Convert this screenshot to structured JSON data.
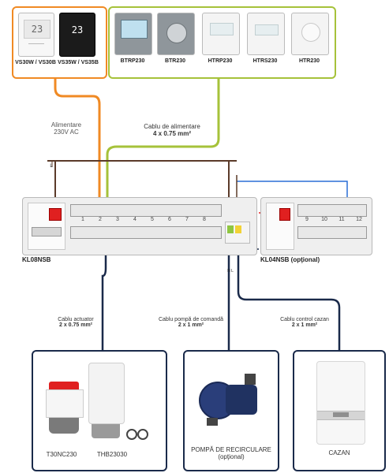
{
  "thermostats_wired": [
    {
      "label": "VS30W / VS30B"
    },
    {
      "label": "VS35W / VS35B"
    }
  ],
  "thermostats_230": [
    {
      "label": "BTRP230"
    },
    {
      "label": "BTR230"
    },
    {
      "label": "HTRP230"
    },
    {
      "label": "HTRS230"
    },
    {
      "label": "HTR230"
    }
  ],
  "display": {
    "vs30": "23",
    "vs35": "23"
  },
  "power": {
    "line1": "Alimentare",
    "line2": "230V AC"
  },
  "cable_supply": {
    "line1": "Cablu de alimentare",
    "line2": "4 x 0.75 mm²"
  },
  "wire_labels": {
    "L": "L",
    "N": "N",
    "NL": "N L"
  },
  "module_main": {
    "label": "KL08NSB",
    "zones": [
      "1",
      "2",
      "3",
      "4",
      "5",
      "6",
      "7",
      "8"
    ]
  },
  "module_ext": {
    "label": "KL04NSB (opţional)",
    "zones": [
      "9",
      "10",
      "11",
      "12"
    ]
  },
  "cable_actuator": {
    "line1": "Cablu actuator",
    "line2": "2 x 0.75 mm²"
  },
  "cable_pump": {
    "line1": "Cablu pompă de comandă",
    "line2": "2 x 1 mm²"
  },
  "cable_boiler": {
    "line1": "Cablu control cazan",
    "line2": "2 x 1 mm²"
  },
  "actuators": [
    {
      "label": "T30NC230"
    },
    {
      "label": "THB23030"
    }
  ],
  "pump": {
    "line1": "POMPĂ DE RECIRCULARE",
    "line2": "(opţional)"
  },
  "boiler": {
    "label": "CAZAN"
  },
  "colors": {
    "orange": "#f08a24",
    "green": "#a6c23a",
    "navy": "#1a2a4a",
    "brown": "#5b3a29",
    "red": "#e02020"
  }
}
